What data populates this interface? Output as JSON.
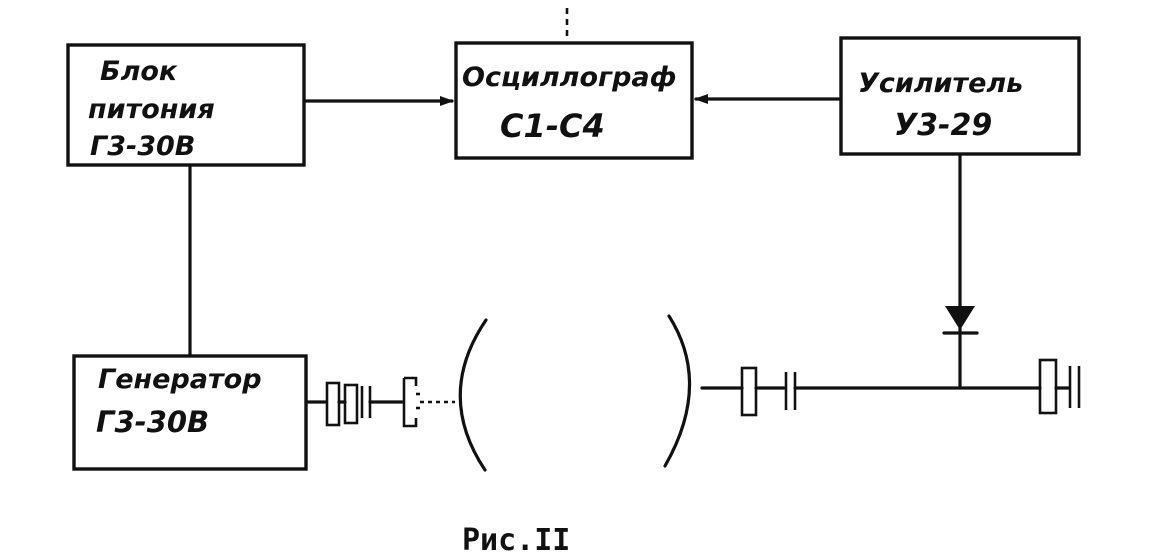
{
  "blocks": {
    "power_supply": {
      "line1": "Блок",
      "line2": "питония",
      "line3": "Г3-30В"
    },
    "oscilloscope": {
      "line1": "Осциллограф",
      "line2": "С1-С4"
    },
    "amplifier": {
      "line1": "Усилитель",
      "line2": "У3-29"
    },
    "generator": {
      "line1": "Генератор",
      "line2": "Г3-30В"
    }
  },
  "caption": "Рис.II",
  "colors": {
    "ink": "#111111",
    "background": "#ffffff"
  }
}
